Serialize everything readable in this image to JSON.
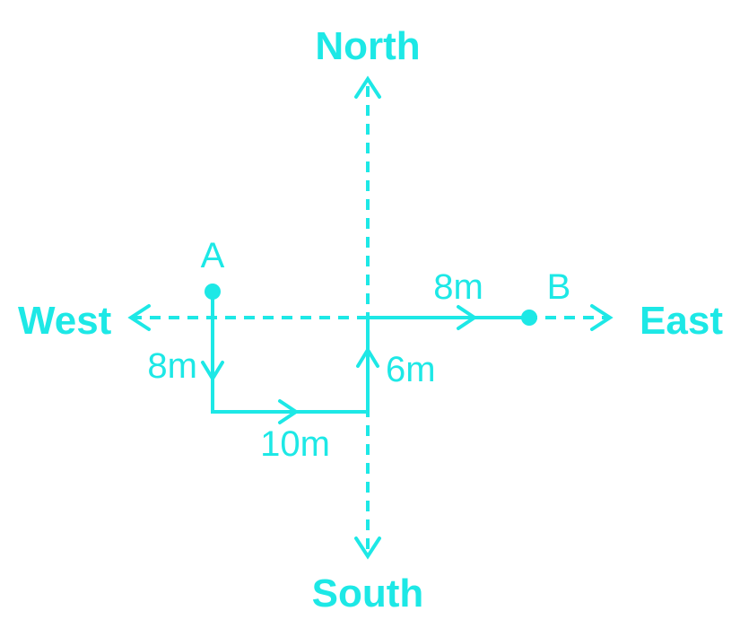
{
  "directions": {
    "north": "North",
    "south": "South",
    "east": "East",
    "west": "West"
  },
  "points": {
    "start": "A",
    "end": "B"
  },
  "segments": [
    {
      "label": "8m"
    },
    {
      "label": "10m"
    },
    {
      "label": "6m"
    },
    {
      "label": "8m"
    }
  ],
  "colors": {
    "stroke": "#1de8e6"
  }
}
